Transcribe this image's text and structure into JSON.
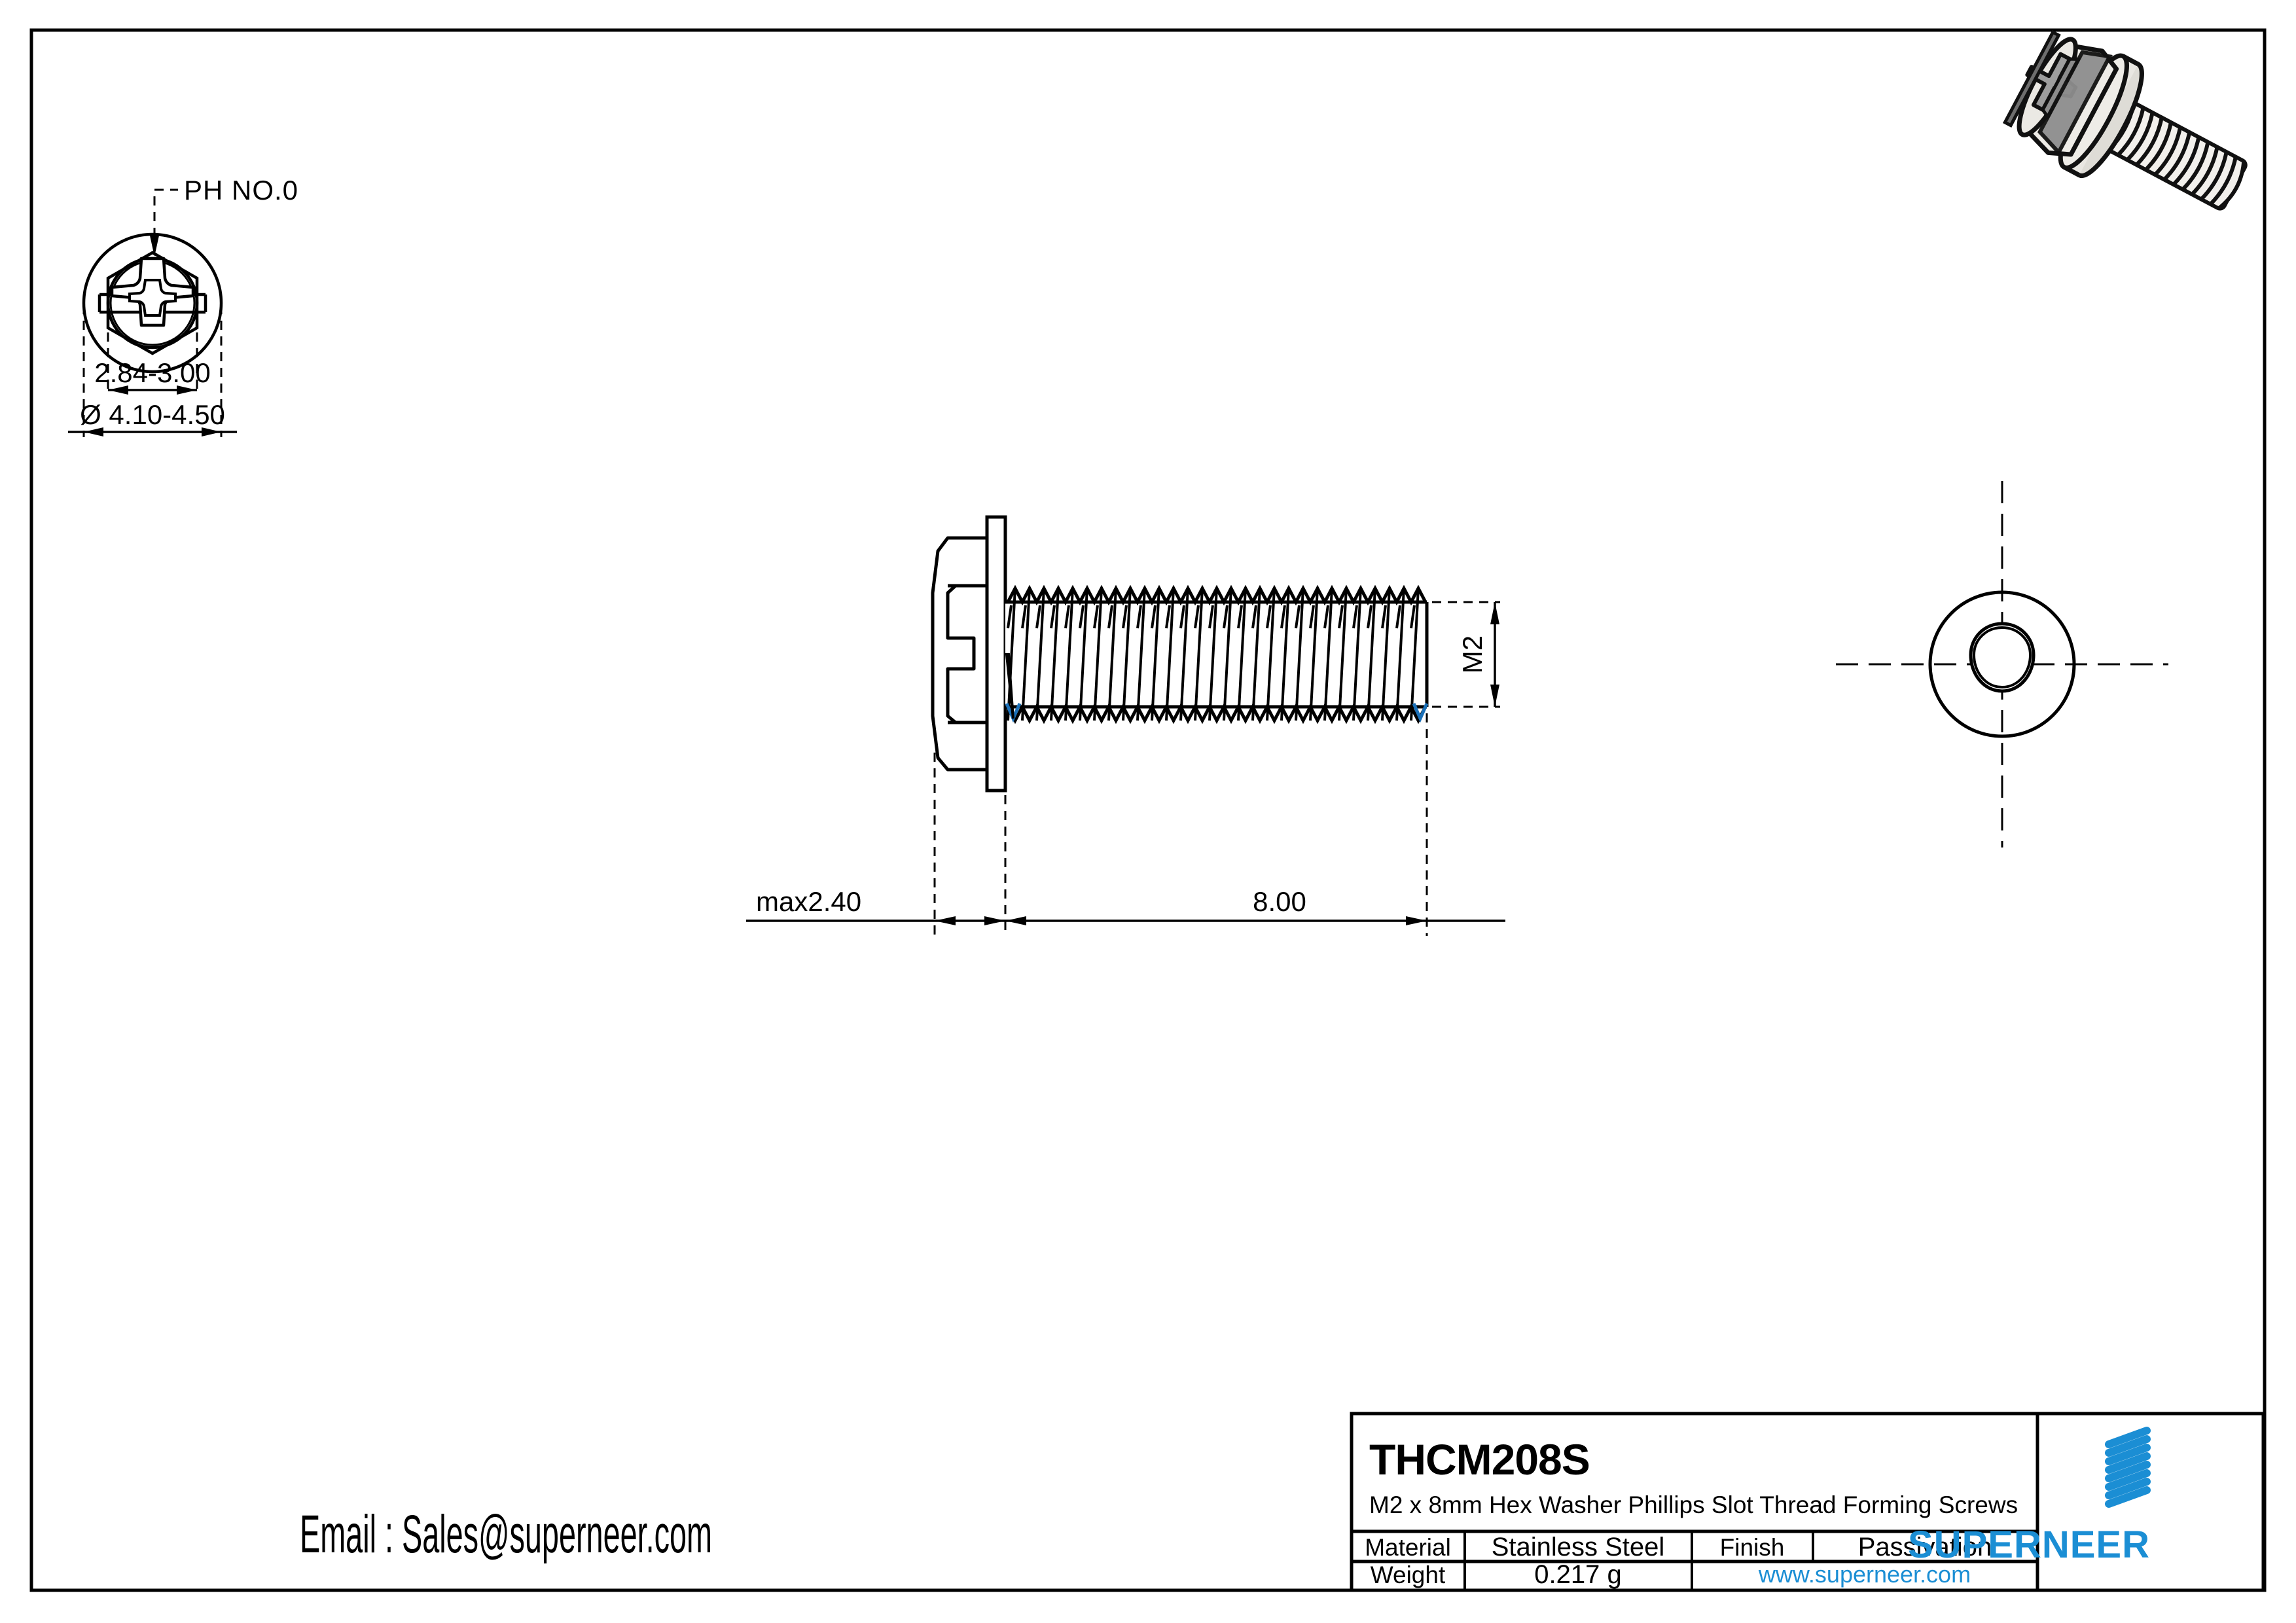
{
  "document": {
    "type": "engineering-drawing",
    "sheet_border": true
  },
  "annotations": {
    "drive_callout": "PH NO.0",
    "head_across_flats": "2.84-3.00",
    "washer_diameter": "Ø 4.10-4.50",
    "head_height_max": "max2.40",
    "thread_length": "8.00",
    "thread_size": "M2"
  },
  "contact": {
    "email_line": "Email : Sales@superneer.com"
  },
  "title_block": {
    "part_number": "THCM208S",
    "description": "M2 x 8mm Hex Washer Phillips Slot Thread Forming  Screws",
    "rows": [
      {
        "label": "Material",
        "value": "Stainless Steel",
        "label2": "Finish",
        "value2": "Passivation"
      },
      {
        "label": "Weight",
        "value": "0.217 g",
        "link": "www.superneer.com"
      }
    ],
    "brand": {
      "name": "SUPERNEER",
      "color": "#1b8ed4"
    }
  },
  "colors": {
    "line": "#000000",
    "brand_blue": "#1b8ed4",
    "link_blue": "#1b8ed4",
    "shade_light": "#e8e6e1",
    "shade_mid": "#9b9b9b",
    "shade_dark": "#3d3d3d"
  },
  "views": {
    "head_end_view": {
      "name": "head-end-view"
    },
    "side_view": {
      "name": "side-elevation-view"
    },
    "point_end_view": {
      "name": "point-end-view"
    },
    "iso_view": {
      "name": "isometric-pictorial-view"
    }
  }
}
